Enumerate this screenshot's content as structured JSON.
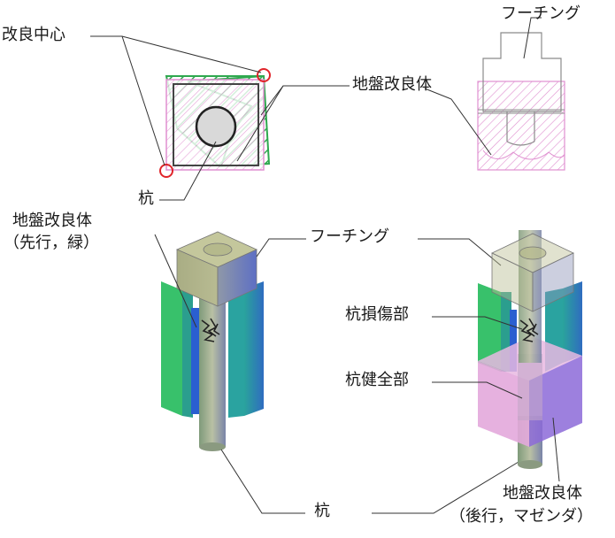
{
  "labels": {
    "improvement_center": "改良中心",
    "pile_top": "杭",
    "footing_top": "フーチング",
    "ground_improvement_top": "地盤改良体",
    "ground_improvement_left": "地盤改良体",
    "ground_improvement_left_note": "（先行，緑）",
    "footing_mid": "フーチング",
    "pile_damage": "杭損傷部",
    "pile_sound": "杭健全部",
    "ground_improvement_right": "地盤改良体",
    "ground_improvement_right_note": "（後行，マゼンダ）",
    "pile_bottom": "杭"
  },
  "colors": {
    "green_improvement": "#2fa84f",
    "magenta_improvement": "#e0a3d8",
    "center_marker": "#e0242a",
    "footing": "#b5b98c",
    "pile": "#a9b39a",
    "line": "#333333"
  }
}
